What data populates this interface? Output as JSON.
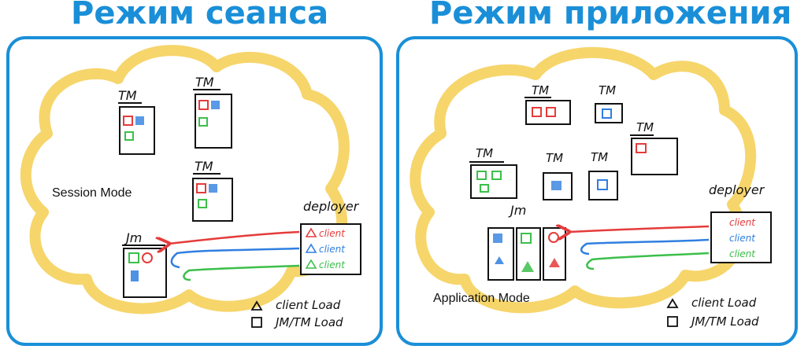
{
  "titles": {
    "left": "Режим сеанса",
    "right": "Режим приложения"
  },
  "session": {
    "mode_label": "Session Mode",
    "tm_label": "TM",
    "jm_label": "Jm",
    "deployer_label": "deployer",
    "client_label": "client"
  },
  "application": {
    "mode_label": "Application Mode",
    "tm_label": "TM",
    "jm_label": "Jm",
    "deployer_label": "deployer",
    "client_label": "client"
  },
  "legend": {
    "client_load": "client Load",
    "jmtm_load": "JM/TM Load"
  },
  "colors": {
    "title": "#1a8fd8",
    "cloud": "#f6d56b",
    "red": "#e53b3b",
    "blue": "#2f7fe0",
    "green": "#3cbf4a"
  }
}
